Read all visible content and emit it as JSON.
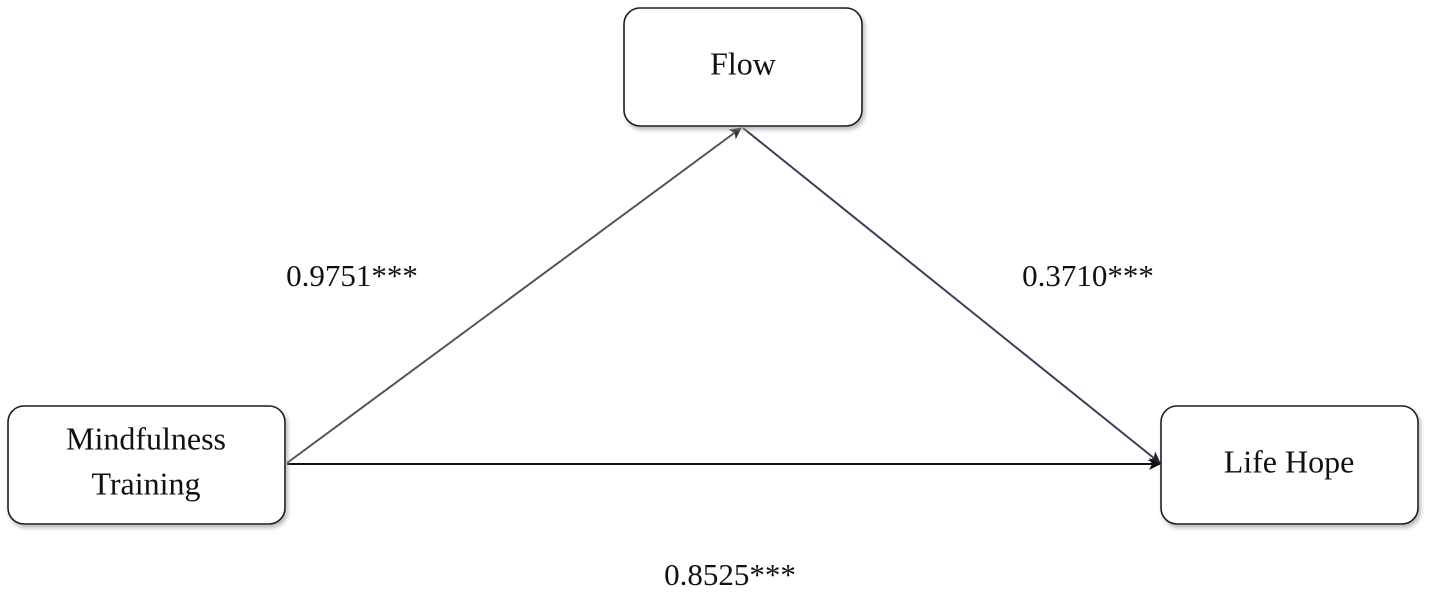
{
  "nodes": {
    "flow": {
      "label": "Flow"
    },
    "mindfulness": {
      "line1": "Mindfulness",
      "line2": "Training"
    },
    "life_hope": {
      "label": "Life Hope"
    }
  },
  "paths": {
    "mindfulness_to_flow": {
      "coefficient": "0.9751***"
    },
    "flow_to_life_hope": {
      "coefficient": "0.3710***"
    },
    "mindfulness_to_life_hope": {
      "coefficient": "0.8525***"
    }
  },
  "colors": {
    "box_stroke": "#1a1a1a",
    "edge_a": "#555555",
    "edge_b": "#3a3f5c",
    "edge_c": "#111111",
    "shadow": "#9a9a9a"
  }
}
